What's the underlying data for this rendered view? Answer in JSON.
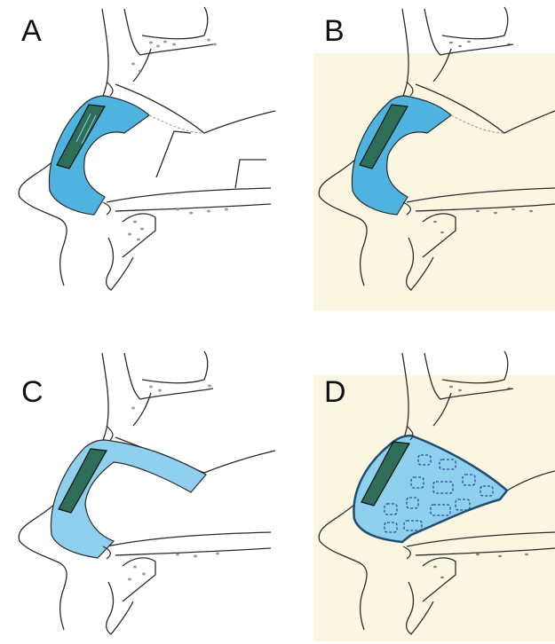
{
  "figure": {
    "panels": [
      {
        "label": "A",
        "style": "hollow"
      },
      {
        "label": "B",
        "style": "hollow-thick"
      },
      {
        "label": "C",
        "style": "hollow-thin"
      },
      {
        "label": "D",
        "style": "filled-blocks"
      }
    ]
  },
  "colors": {
    "line": "#2a2a2a",
    "bone_dots": "#8a6fa8",
    "flap_blue": "#4fb3e0",
    "flap_light_blue": "#8fd0ee",
    "graft_green": "#2e6e58",
    "cream_background": "#fbf6e2"
  }
}
